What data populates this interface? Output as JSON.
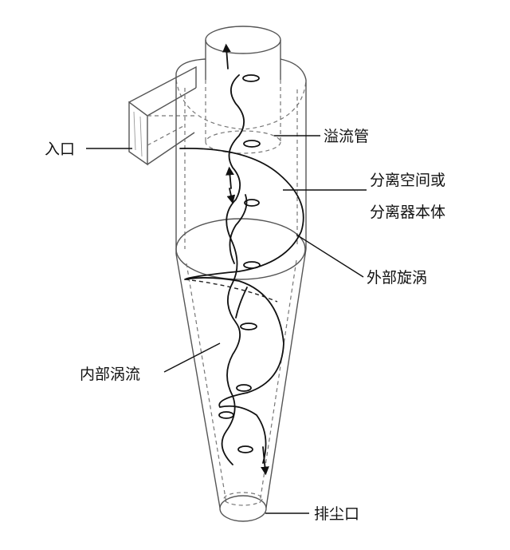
{
  "labels": {
    "inlet": "入口",
    "overflow_pipe": "溢流管",
    "separation_space_line1": "分离空间或",
    "separation_space_line2": "分离器本体",
    "outer_vortex": "外部旋涡",
    "inner_vortex": "内部涡流",
    "dust_outlet": "排尘口"
  }
}
